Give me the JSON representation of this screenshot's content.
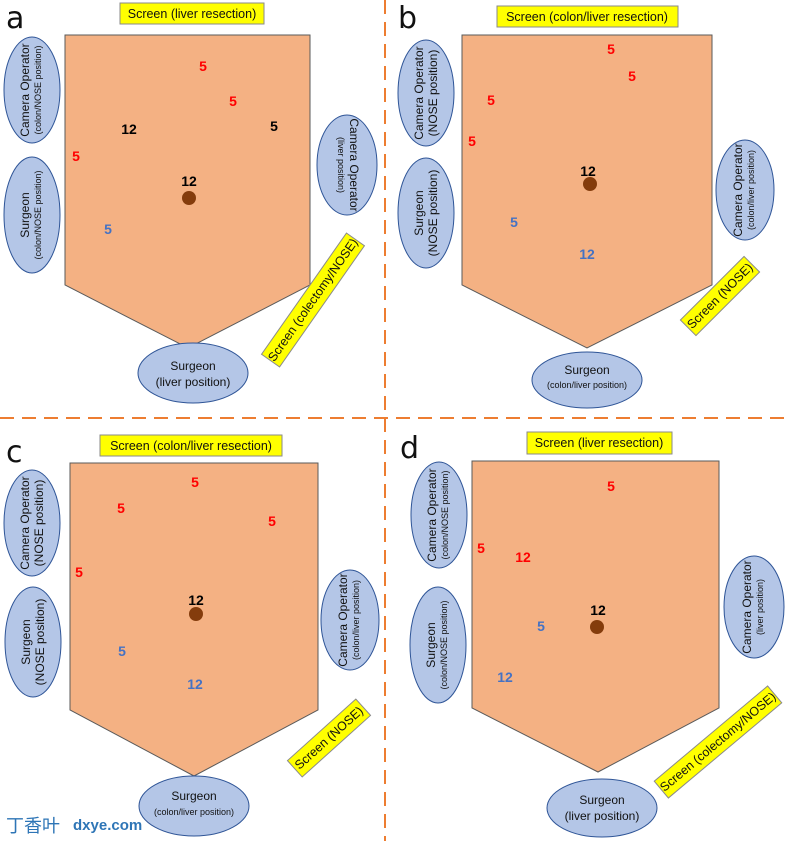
{
  "colors": {
    "red_port": "#ff0000",
    "black_port": "#000000",
    "blue_port": "#4472c4"
  },
  "panels": {
    "a": {
      "letter": "a",
      "screen_top": "Screen (liver resection)",
      "screen_side": "Screen (colectomy/NOSE)",
      "camera_left": {
        "line1": "Camera Operator",
        "line2": "(colon/NOSE position)"
      },
      "surgeon_left": {
        "line1": "Surgeon",
        "line2": "(colon/NOSE position)"
      },
      "camera_right": {
        "line1": "Camera Operator",
        "line2": "(liver position)"
      },
      "surgeon_bottom": {
        "line1": "Surgeon",
        "line2": "(liver position)"
      },
      "ports": [
        {
          "label": "5",
          "color": "red"
        },
        {
          "label": "5",
          "color": "red"
        },
        {
          "label": "12",
          "color": "black"
        },
        {
          "label": "5",
          "color": "black"
        },
        {
          "label": "5",
          "color": "red"
        },
        {
          "label": "12",
          "color": "black"
        },
        {
          "label": "5",
          "color": "blue"
        }
      ]
    },
    "b": {
      "letter": "b",
      "screen_top": "Screen (colon/liver resection)",
      "screen_side": "Screen (NOSE)",
      "camera_left": {
        "line1": "Camera Operator",
        "line2": "(NOSE position)"
      },
      "surgeon_left": {
        "line1": "Surgeon",
        "line2": "(NOSE position)"
      },
      "camera_right": {
        "line1": "Camera Operator",
        "line2": "(colon/liver position)"
      },
      "surgeon_bottom": {
        "line1": "Surgeon",
        "line2": "(colon/liver position)"
      },
      "ports": [
        {
          "label": "5",
          "color": "red"
        },
        {
          "label": "5",
          "color": "red"
        },
        {
          "label": "5",
          "color": "red"
        },
        {
          "label": "5",
          "color": "red"
        },
        {
          "label": "12",
          "color": "black"
        },
        {
          "label": "5",
          "color": "blue"
        },
        {
          "label": "12",
          "color": "blue"
        }
      ]
    },
    "c": {
      "letter": "c",
      "screen_top": "Screen (colon/liver resection)",
      "screen_side": "Screen (NOSE)",
      "camera_left": {
        "line1": "Camera Operator",
        "line2": "(NOSE position)"
      },
      "surgeon_left": {
        "line1": "Surgeon",
        "line2": "(NOSE position)"
      },
      "camera_right": {
        "line1": "Camera Operator",
        "line2": "(colon/liver position)"
      },
      "surgeon_bottom": {
        "line1": "Surgeon",
        "line2": "(colon/liver position)"
      },
      "ports": [
        {
          "label": "5",
          "color": "red"
        },
        {
          "label": "5",
          "color": "red"
        },
        {
          "label": "5",
          "color": "red"
        },
        {
          "label": "5",
          "color": "red"
        },
        {
          "label": "12",
          "color": "black"
        },
        {
          "label": "5",
          "color": "blue"
        },
        {
          "label": "12",
          "color": "blue"
        }
      ]
    },
    "d": {
      "letter": "d",
      "screen_top": "Screen (liver resection)",
      "screen_side": "Screen (colectomy/NOSE)",
      "camera_left": {
        "line1": "Camera Operator",
        "line2": "(colon/NOSE position)"
      },
      "surgeon_left": {
        "line1": "Surgeon",
        "line2": "(colon/NOSE position)"
      },
      "camera_right": {
        "line1": "Camera Operator",
        "line2": "(liver position)"
      },
      "surgeon_bottom": {
        "line1": "Surgeon",
        "line2": "(liver position)"
      },
      "ports": [
        {
          "label": "5",
          "color": "red"
        },
        {
          "label": "5",
          "color": "red"
        },
        {
          "label": "12",
          "color": "red"
        },
        {
          "label": "12",
          "color": "black"
        },
        {
          "label": "5",
          "color": "blue"
        },
        {
          "label": "12",
          "color": "blue"
        }
      ]
    }
  },
  "watermark": {
    "logo": "丁香叶",
    "text": "dxye.com"
  }
}
